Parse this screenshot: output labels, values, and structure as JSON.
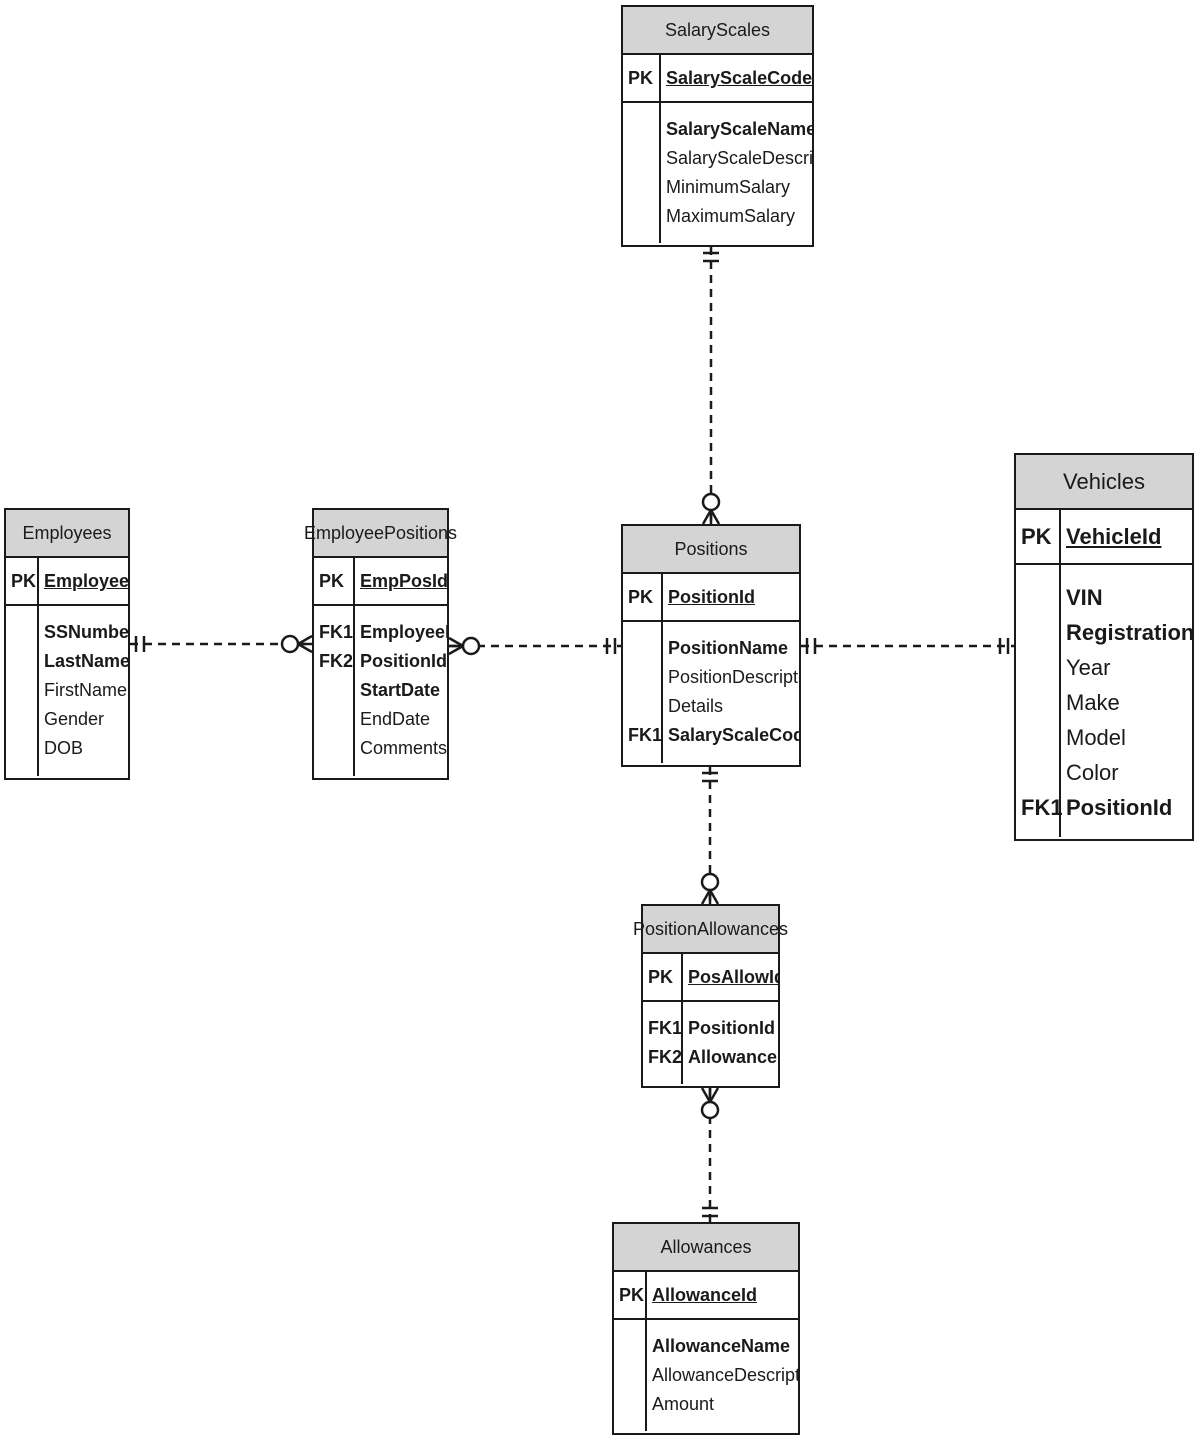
{
  "colors": {
    "header_fill": "#d4d4d4",
    "line": "#1a1a1a"
  },
  "entities": {
    "salaryscales": {
      "title": "SalaryScales",
      "pk_label": "PK",
      "pk_field": "SalaryScaleCode",
      "fields": [
        {
          "key": "",
          "name": "SalaryScaleName",
          "bold": true
        },
        {
          "key": "",
          "name": "SalaryScaleDescription",
          "bold": false
        },
        {
          "key": "",
          "name": "MinimumSalary",
          "bold": false
        },
        {
          "key": "",
          "name": "MaximumSalary",
          "bold": false
        }
      ]
    },
    "employees": {
      "title": "Employees",
      "pk_label": "PK",
      "pk_field": "EmployeeId",
      "fields": [
        {
          "key": "",
          "name": "SSNumber",
          "bold": true
        },
        {
          "key": "",
          "name": "LastName",
          "bold": true
        },
        {
          "key": "",
          "name": "FirstName",
          "bold": false
        },
        {
          "key": "",
          "name": "Gender",
          "bold": false
        },
        {
          "key": "",
          "name": "DOB",
          "bold": false
        }
      ]
    },
    "employeepositions": {
      "title": "EmployeePositions",
      "pk_label": "PK",
      "pk_field": "EmpPosId",
      "fields": [
        {
          "key": "FK1",
          "name": "EmployeeId",
          "bold": true
        },
        {
          "key": "FK2",
          "name": "PositionId",
          "bold": true
        },
        {
          "key": "",
          "name": "StartDate",
          "bold": true
        },
        {
          "key": "",
          "name": "EndDate",
          "bold": false
        },
        {
          "key": "",
          "name": "Comments",
          "bold": false
        }
      ]
    },
    "positions": {
      "title": "Positions",
      "pk_label": "PK",
      "pk_field": "PositionId",
      "fields": [
        {
          "key": "",
          "name": "PositionName",
          "bold": true
        },
        {
          "key": "",
          "name": "PositionDescription",
          "bold": false
        },
        {
          "key": "",
          "name": "Details",
          "bold": false
        },
        {
          "key": "FK1",
          "name": "SalaryScaleCode",
          "bold": true
        }
      ]
    },
    "vehicles": {
      "title": "Vehicles",
      "pk_label": "PK",
      "pk_field": "VehicleId",
      "fields": [
        {
          "key": "",
          "name": "VIN",
          "bold": true
        },
        {
          "key": "",
          "name": "RegistrationNo",
          "bold": true
        },
        {
          "key": "",
          "name": "Year",
          "bold": false
        },
        {
          "key": "",
          "name": "Make",
          "bold": false
        },
        {
          "key": "",
          "name": "Model",
          "bold": false
        },
        {
          "key": "",
          "name": "Color",
          "bold": false
        },
        {
          "key": "FK1",
          "name": "PositionId",
          "bold": true
        }
      ]
    },
    "positionallowances": {
      "title": "PositionAllowances",
      "pk_label": "PK",
      "pk_field": "PosAllowId",
      "fields": [
        {
          "key": "FK1",
          "name": "PositionId",
          "bold": true
        },
        {
          "key": "FK2",
          "name": "AllowanceId",
          "bold": true
        }
      ]
    },
    "allowances": {
      "title": "Allowances",
      "pk_label": "PK",
      "pk_field": "AllowanceId",
      "fields": [
        {
          "key": "",
          "name": "AllowanceName",
          "bold": true
        },
        {
          "key": "",
          "name": "AllowanceDescription",
          "bold": false
        },
        {
          "key": "",
          "name": "Amount",
          "bold": false
        }
      ]
    }
  },
  "relationships": [
    {
      "from": "salaryscales",
      "to": "positions",
      "from_end": "one-and-only-one",
      "to_end": "zero-or-many"
    },
    {
      "from": "employees",
      "to": "employeepositions",
      "from_end": "one-and-only-one",
      "to_end": "zero-or-many"
    },
    {
      "from": "positions",
      "to": "employeepositions",
      "from_end": "one-and-only-one",
      "to_end": "zero-or-many"
    },
    {
      "from": "positions",
      "to": "vehicles",
      "from_end": "one-and-only-one",
      "to_end": "one-and-only-one"
    },
    {
      "from": "positions",
      "to": "positionallowances",
      "from_end": "one-and-only-one",
      "to_end": "zero-or-many"
    },
    {
      "from": "allowances",
      "to": "positionallowances",
      "from_end": "one-and-only-one",
      "to_end": "zero-or-many"
    }
  ]
}
